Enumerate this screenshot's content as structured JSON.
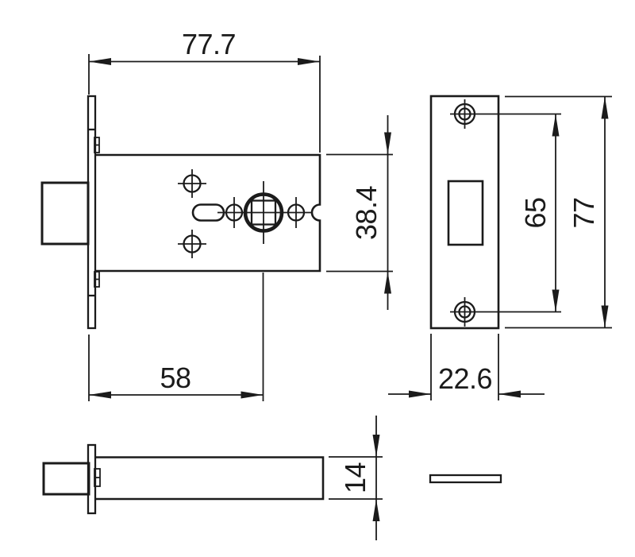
{
  "drawing": {
    "background_color": "#ffffff",
    "line_color": "#1b1b1b",
    "dimensions": {
      "case_length": "77.7",
      "case_height": "38.4",
      "backset": "58",
      "screw_hole_spacing": "65",
      "faceplate_height": "77",
      "faceplate_width": "22.6",
      "case_thickness": "14"
    }
  }
}
